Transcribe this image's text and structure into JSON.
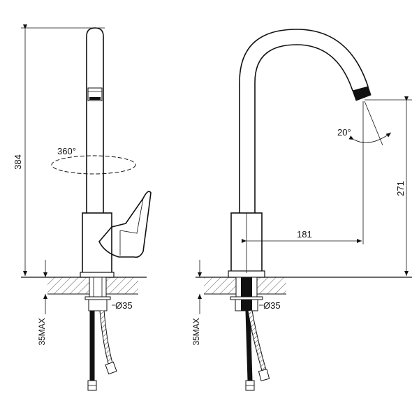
{
  "colors": {
    "line": "#111111",
    "background": "#ffffff"
  },
  "labels": {
    "height_total": "384",
    "rotation": "360°",
    "diameter_left": "Ø35",
    "max_left": "35MAX",
    "tilt": "20°",
    "spout_height": "271",
    "reach": "181",
    "diameter_right": "Ø35",
    "max_right": "35MAX"
  }
}
